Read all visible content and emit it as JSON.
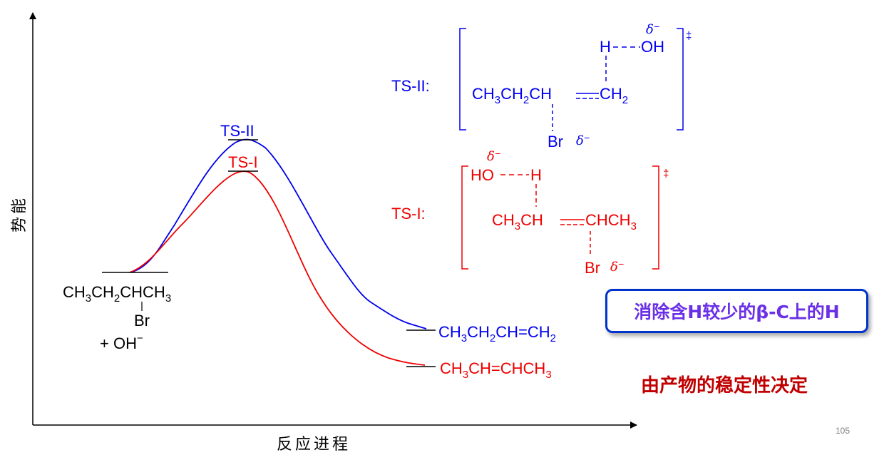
{
  "diagram": {
    "axes": {
      "y_label": "势能",
      "x_label": "反应进程"
    },
    "colors": {
      "ts2": "#0000ee",
      "ts1": "#ee0000",
      "axis": "#000000",
      "callout_text": "#6a2fe6",
      "callout_border": "#0033cc",
      "conclusion": "#c00000"
    },
    "reactant": {
      "line1": [
        "CH",
        "3",
        "CH",
        "2",
        "CHCH",
        "3"
      ],
      "br": "Br",
      "plus_oh": "+  OH",
      "oh_charge": "−"
    },
    "curve_labels": {
      "ts2": "TS-II",
      "ts1": "TS-I"
    },
    "products": {
      "p2": [
        "CH",
        "3",
        "CH",
        "2",
        "CH=CH",
        "2"
      ],
      "p1": [
        "CH",
        "3",
        "CH=CHCH",
        "3"
      ]
    },
    "ts2_structure": {
      "label": "TS-II:",
      "h": "H",
      "oh": "OH",
      "delta_oh": "δ",
      "delta_oh_sign": "−",
      "main": [
        "CH",
        "3",
        "CH",
        "2",
        "CH",
        "",
        "CH",
        "2"
      ],
      "br": "Br",
      "delta_br": "δ",
      "delta_br_sign": "−",
      "dagger": "‡"
    },
    "ts1_structure": {
      "label": "TS-I:",
      "ho": "HO",
      "h": "H",
      "delta_oh": "δ",
      "delta_oh_sign": "−",
      "main_left": [
        "CH",
        "3",
        "CH"
      ],
      "main_right": [
        "CHCH",
        "3"
      ],
      "br": "Br",
      "delta_br": "δ",
      "delta_br_sign": "−",
      "dagger": "‡"
    }
  },
  "callout": {
    "text": "消除含H较少的β-C上的H"
  },
  "conclusion": {
    "text": "由产物的稳定性决定"
  },
  "page_number": "105"
}
